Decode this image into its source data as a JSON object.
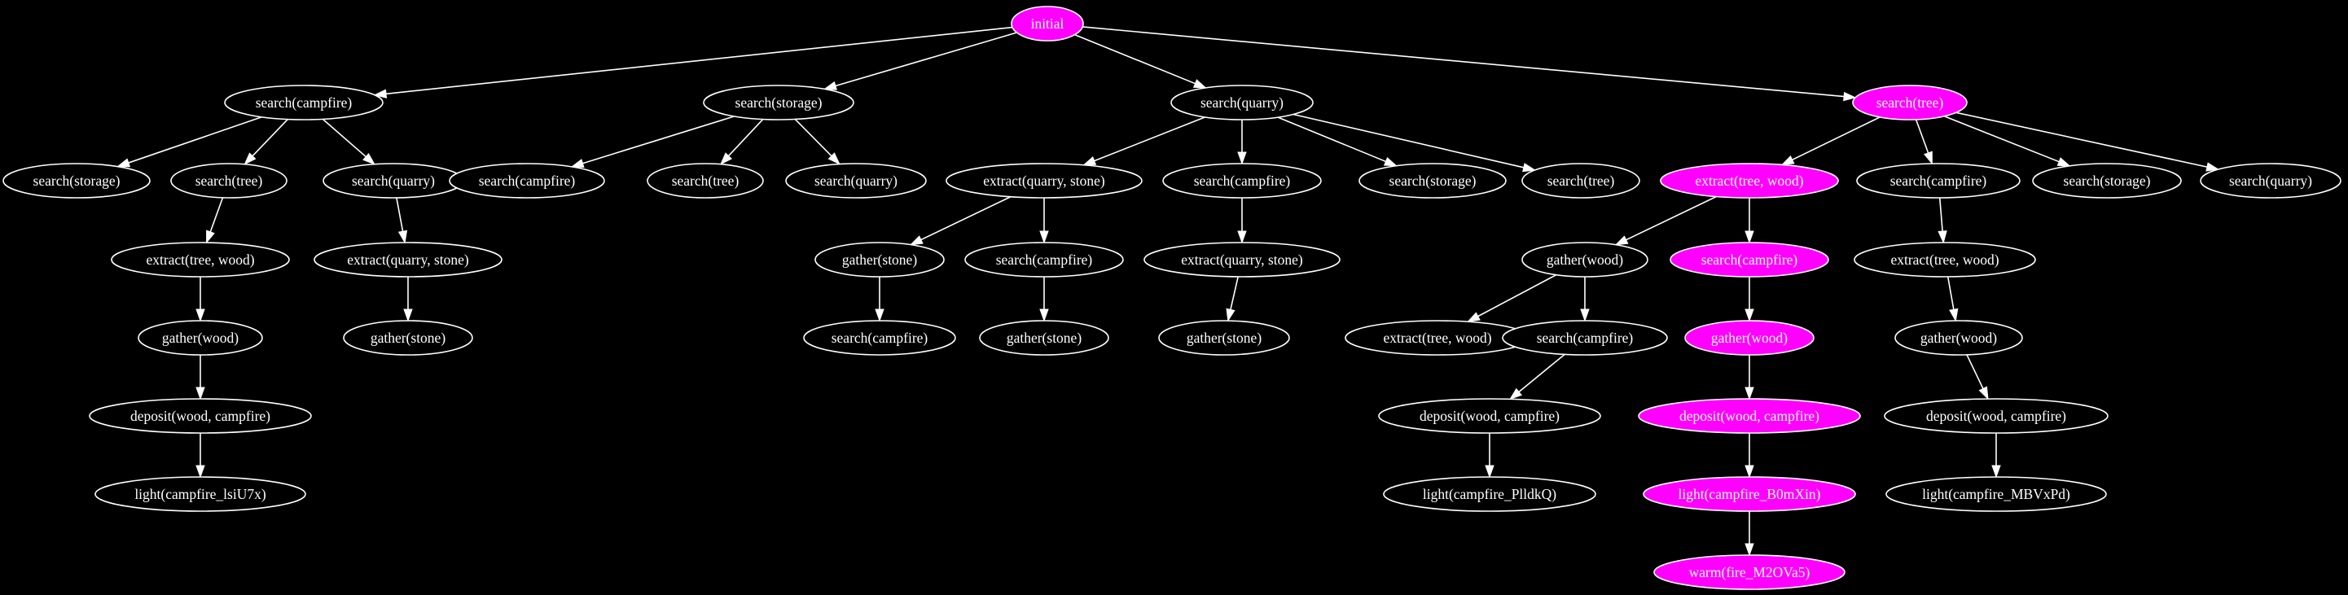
{
  "graph": {
    "background": "#000000",
    "edge_color": "#ffffff",
    "default_node": {
      "fill": "#000000",
      "stroke": "#ffffff",
      "text": "#ffffff"
    },
    "highlight_node": {
      "fill": "#ff00ff",
      "stroke": "#ffffff",
      "text": "#ffffff"
    },
    "nodes": [
      {
        "id": "n0",
        "label": "initial",
        "highlighted": true
      },
      {
        "id": "n1",
        "label": "search(campfire)",
        "highlighted": false
      },
      {
        "id": "n2",
        "label": "search(storage)",
        "highlighted": false
      },
      {
        "id": "n3",
        "label": "search(quarry)",
        "highlighted": false
      },
      {
        "id": "n4",
        "label": "search(tree)",
        "highlighted": true
      },
      {
        "id": "n5",
        "label": "search(storage)",
        "highlighted": false
      },
      {
        "id": "n6",
        "label": "search(tree)",
        "highlighted": false
      },
      {
        "id": "n7",
        "label": "search(quarry)",
        "highlighted": false
      },
      {
        "id": "n8",
        "label": "extract(tree, wood)",
        "highlighted": false
      },
      {
        "id": "n9",
        "label": "gather(wood)",
        "highlighted": false
      },
      {
        "id": "n10",
        "label": "deposit(wood, campfire)",
        "highlighted": false
      },
      {
        "id": "n11",
        "label": "light(campfire_lsiU7x)",
        "highlighted": false
      },
      {
        "id": "n12",
        "label": "extract(quarry, stone)",
        "highlighted": false
      },
      {
        "id": "n13",
        "label": "gather(stone)",
        "highlighted": false
      },
      {
        "id": "n14",
        "label": "search(campfire)",
        "highlighted": false
      },
      {
        "id": "n15",
        "label": "search(tree)",
        "highlighted": false
      },
      {
        "id": "n16",
        "label": "search(quarry)",
        "highlighted": false
      },
      {
        "id": "n17",
        "label": "extract(quarry, stone)",
        "highlighted": false
      },
      {
        "id": "n18",
        "label": "search(campfire)",
        "highlighted": false
      },
      {
        "id": "n19",
        "label": "search(storage)",
        "highlighted": false
      },
      {
        "id": "n20",
        "label": "search(tree)",
        "highlighted": false
      },
      {
        "id": "n21",
        "label": "gather(stone)",
        "highlighted": false
      },
      {
        "id": "n22",
        "label": "search(campfire)",
        "highlighted": false
      },
      {
        "id": "n23",
        "label": "search(campfire)",
        "highlighted": false
      },
      {
        "id": "n24",
        "label": "gather(stone)",
        "highlighted": false
      },
      {
        "id": "n25",
        "label": "extract(quarry, stone)",
        "highlighted": false
      },
      {
        "id": "n26",
        "label": "gather(stone)",
        "highlighted": false
      },
      {
        "id": "n27",
        "label": "extract(tree, wood)",
        "highlighted": true
      },
      {
        "id": "n28",
        "label": "search(campfire)",
        "highlighted": false
      },
      {
        "id": "n29",
        "label": "search(storage)",
        "highlighted": false
      },
      {
        "id": "n30",
        "label": "search(quarry)",
        "highlighted": false
      },
      {
        "id": "n31",
        "label": "gather(wood)",
        "highlighted": false
      },
      {
        "id": "n32",
        "label": "search(campfire)",
        "highlighted": true
      },
      {
        "id": "n33",
        "label": "extract(tree, wood)",
        "highlighted": false
      },
      {
        "id": "n34",
        "label": "search(campfire)",
        "highlighted": false
      },
      {
        "id": "n35",
        "label": "deposit(wood, campfire)",
        "highlighted": false
      },
      {
        "id": "n36",
        "label": "light(campfire_PlldkQ)",
        "highlighted": false
      },
      {
        "id": "n37",
        "label": "gather(wood)",
        "highlighted": true
      },
      {
        "id": "n38",
        "label": "deposit(wood, campfire)",
        "highlighted": true
      },
      {
        "id": "n39",
        "label": "light(campfire_B0mXin)",
        "highlighted": true
      },
      {
        "id": "n40",
        "label": "warm(fire_M2OVa5)",
        "highlighted": true
      },
      {
        "id": "n41",
        "label": "extract(tree, wood)",
        "highlighted": false
      },
      {
        "id": "n42",
        "label": "gather(wood)",
        "highlighted": false
      },
      {
        "id": "n43",
        "label": "deposit(wood, campfire)",
        "highlighted": false
      },
      {
        "id": "n44",
        "label": "light(campfire_MBVxPd)",
        "highlighted": false
      }
    ],
    "edges": [
      [
        "n0",
        "n1"
      ],
      [
        "n0",
        "n2"
      ],
      [
        "n0",
        "n3"
      ],
      [
        "n0",
        "n4"
      ],
      [
        "n1",
        "n5"
      ],
      [
        "n1",
        "n6"
      ],
      [
        "n1",
        "n7"
      ],
      [
        "n6",
        "n8"
      ],
      [
        "n8",
        "n9"
      ],
      [
        "n9",
        "n10"
      ],
      [
        "n10",
        "n11"
      ],
      [
        "n7",
        "n12"
      ],
      [
        "n12",
        "n13"
      ],
      [
        "n2",
        "n14"
      ],
      [
        "n2",
        "n15"
      ],
      [
        "n2",
        "n16"
      ],
      [
        "n3",
        "n17"
      ],
      [
        "n3",
        "n18"
      ],
      [
        "n3",
        "n19"
      ],
      [
        "n3",
        "n20"
      ],
      [
        "n17",
        "n21"
      ],
      [
        "n17",
        "n23"
      ],
      [
        "n21",
        "n22"
      ],
      [
        "n23",
        "n24"
      ],
      [
        "n18",
        "n25"
      ],
      [
        "n25",
        "n26"
      ],
      [
        "n4",
        "n27"
      ],
      [
        "n4",
        "n28"
      ],
      [
        "n4",
        "n29"
      ],
      [
        "n4",
        "n30"
      ],
      [
        "n27",
        "n31"
      ],
      [
        "n27",
        "n32"
      ],
      [
        "n31",
        "n33"
      ],
      [
        "n31",
        "n34"
      ],
      [
        "n34",
        "n35"
      ],
      [
        "n35",
        "n36"
      ],
      [
        "n32",
        "n37"
      ],
      [
        "n37",
        "n38"
      ],
      [
        "n38",
        "n39"
      ],
      [
        "n39",
        "n40"
      ],
      [
        "n28",
        "n41"
      ],
      [
        "n41",
        "n42"
      ],
      [
        "n42",
        "n43"
      ],
      [
        "n43",
        "n44"
      ]
    ]
  }
}
